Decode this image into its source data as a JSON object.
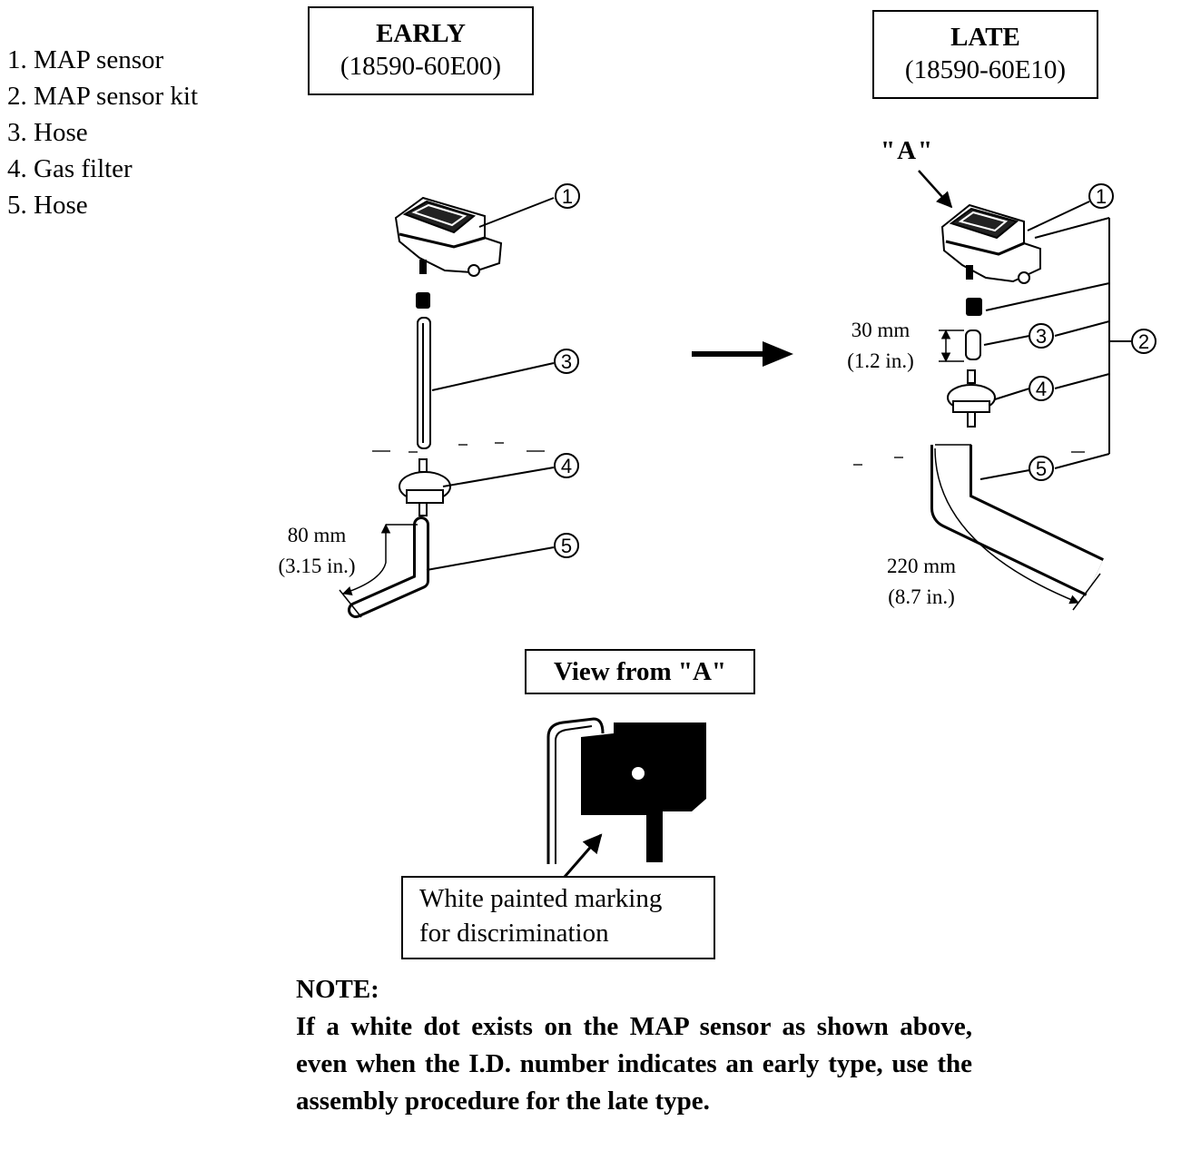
{
  "legend": [
    "1. MAP sensor",
    "2. MAP sensor kit",
    "3. Hose",
    "4. Gas filter",
    "5. Hose"
  ],
  "early": {
    "title": "EARLY",
    "part_no": "(18590-60E00)"
  },
  "late": {
    "title": "LATE",
    "part_no": "(18590-60E10)"
  },
  "view_label": "View from \"A\"",
  "arrow_a_label": "\"A\"",
  "callouts": [
    "1",
    "2",
    "3",
    "4",
    "5"
  ],
  "dims": {
    "early_hose": [
      "80 mm",
      "(3.15 in.)"
    ],
    "late_short": [
      "30 mm",
      "(1.2 in.)"
    ],
    "late_hose": [
      "220 mm",
      "(8.7 in.)"
    ]
  },
  "marking_caption": [
    "White painted marking",
    "for discrimination"
  ],
  "note": {
    "title": "NOTE:",
    "body": "If a white dot exists on the MAP sensor as shown above, even when the I.D. number indicates an early type, use the assembly procedure for the late type."
  }
}
